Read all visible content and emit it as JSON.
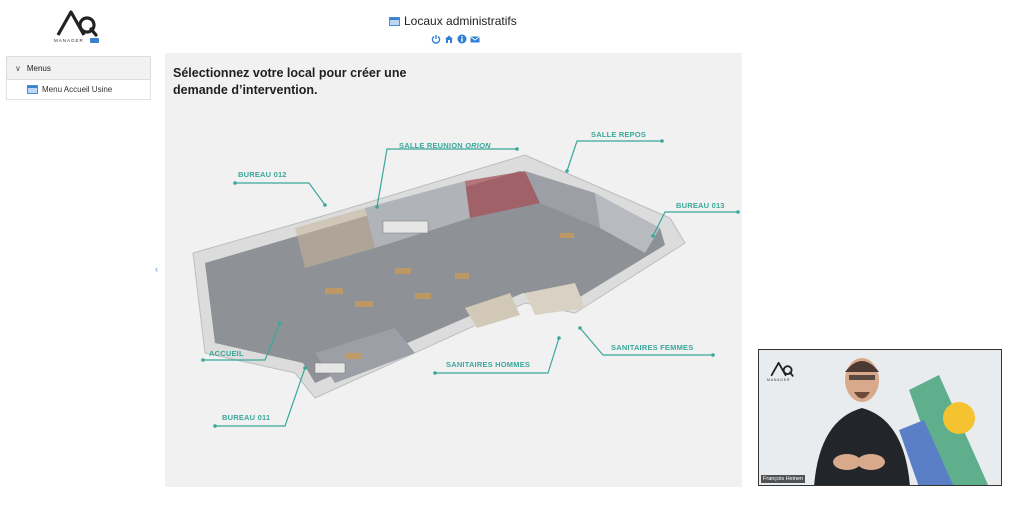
{
  "logo": {
    "wordmark": "MANAGER",
    "badge": ""
  },
  "header": {
    "title": "Locaux administratifs",
    "icons": [
      "power-icon",
      "home-icon",
      "info-icon",
      "mail-icon"
    ]
  },
  "sidebar": {
    "section_label": "Menus",
    "items": [
      {
        "label": "Menu Accueil Usine"
      }
    ]
  },
  "main": {
    "heading": "Sélectionnez votre local pour créer une demande d’intervention.",
    "rooms": {
      "salle_reunion_prefix": "SALLE REUNION ",
      "salle_reunion_name": "ORION",
      "salle_repos": "SALLE REPOS",
      "bureau_012": "BUREAU 012",
      "bureau_013": "BUREAU 013",
      "accueil": "ACCUEIL",
      "sanitaires_hommes": "SANITAIRES HOMMES",
      "sanitaires_femmes": "SANITAIRES FEMMES",
      "bureau_011": "BUREAU 011"
    }
  },
  "video": {
    "participant_name": "François Heinen",
    "wordmark": "MANAGER"
  },
  "colors": {
    "accent": "#3aa89a",
    "link_blue": "#2f7fd8",
    "panel_bg": "#f1f1f1"
  }
}
